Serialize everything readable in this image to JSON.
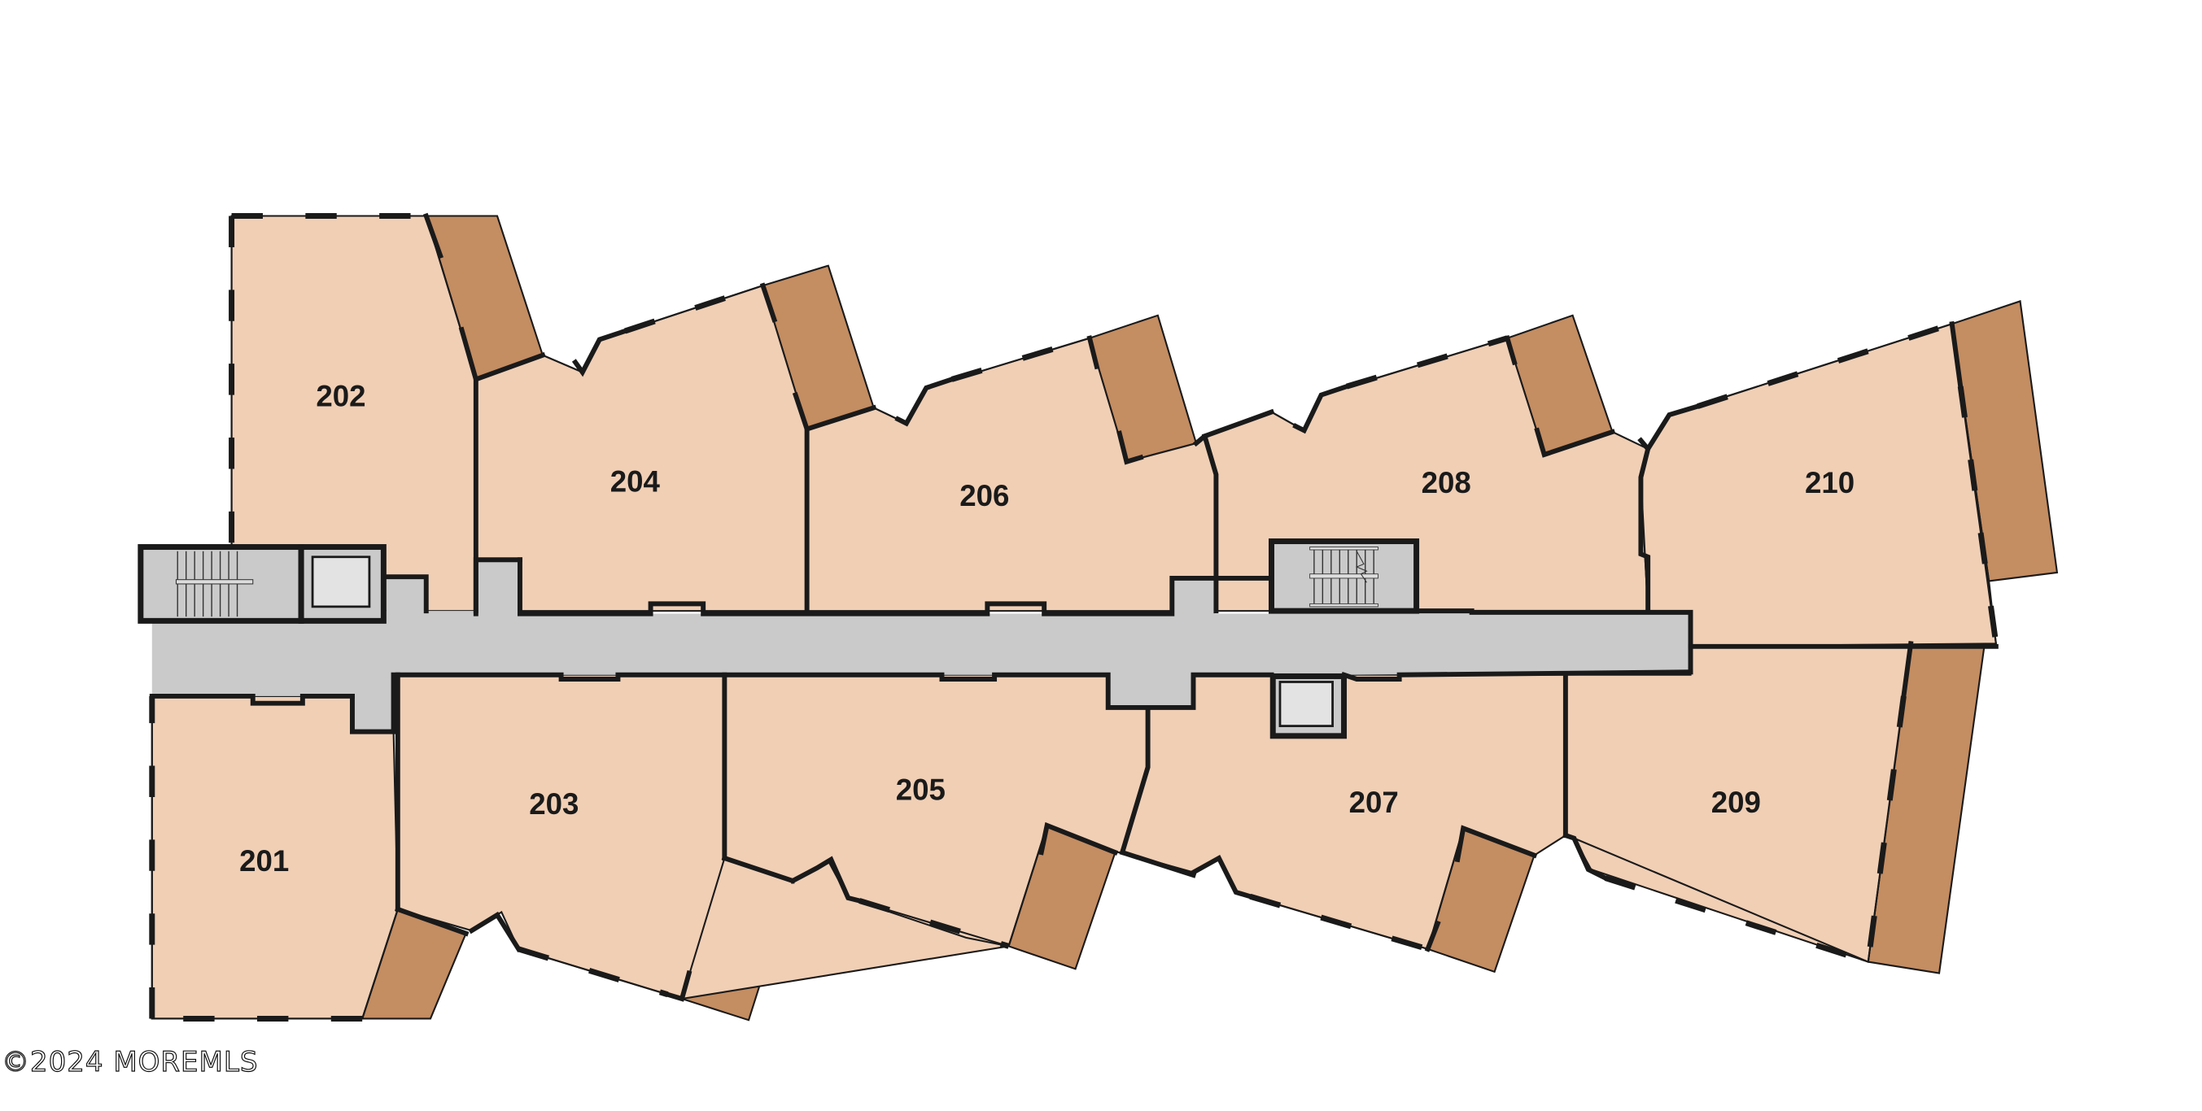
{
  "diagram": {
    "type": "floor-plan",
    "floor": "2",
    "units_north": [
      {
        "id": "202",
        "label": "202"
      },
      {
        "id": "204",
        "label": "204"
      },
      {
        "id": "206",
        "label": "206"
      },
      {
        "id": "208",
        "label": "208"
      },
      {
        "id": "210",
        "label": "210"
      }
    ],
    "units_south": [
      {
        "id": "201",
        "label": "201"
      },
      {
        "id": "203",
        "label": "203"
      },
      {
        "id": "205",
        "label": "205"
      },
      {
        "id": "207",
        "label": "207"
      },
      {
        "id": "209",
        "label": "209"
      }
    ],
    "core_elements": [
      "stairwell-west",
      "elevator-west",
      "stairwell-east",
      "elevator-east",
      "central-corridor"
    ],
    "colors": {
      "unit_fill": "#F0CFB5",
      "balcony_fill": "#C48D62",
      "corridor_fill": "#CACACA",
      "elevator_fill": "#E3E3E3",
      "wall": "#1a1a1a"
    }
  },
  "watermark": "©2024 MOREMLS"
}
